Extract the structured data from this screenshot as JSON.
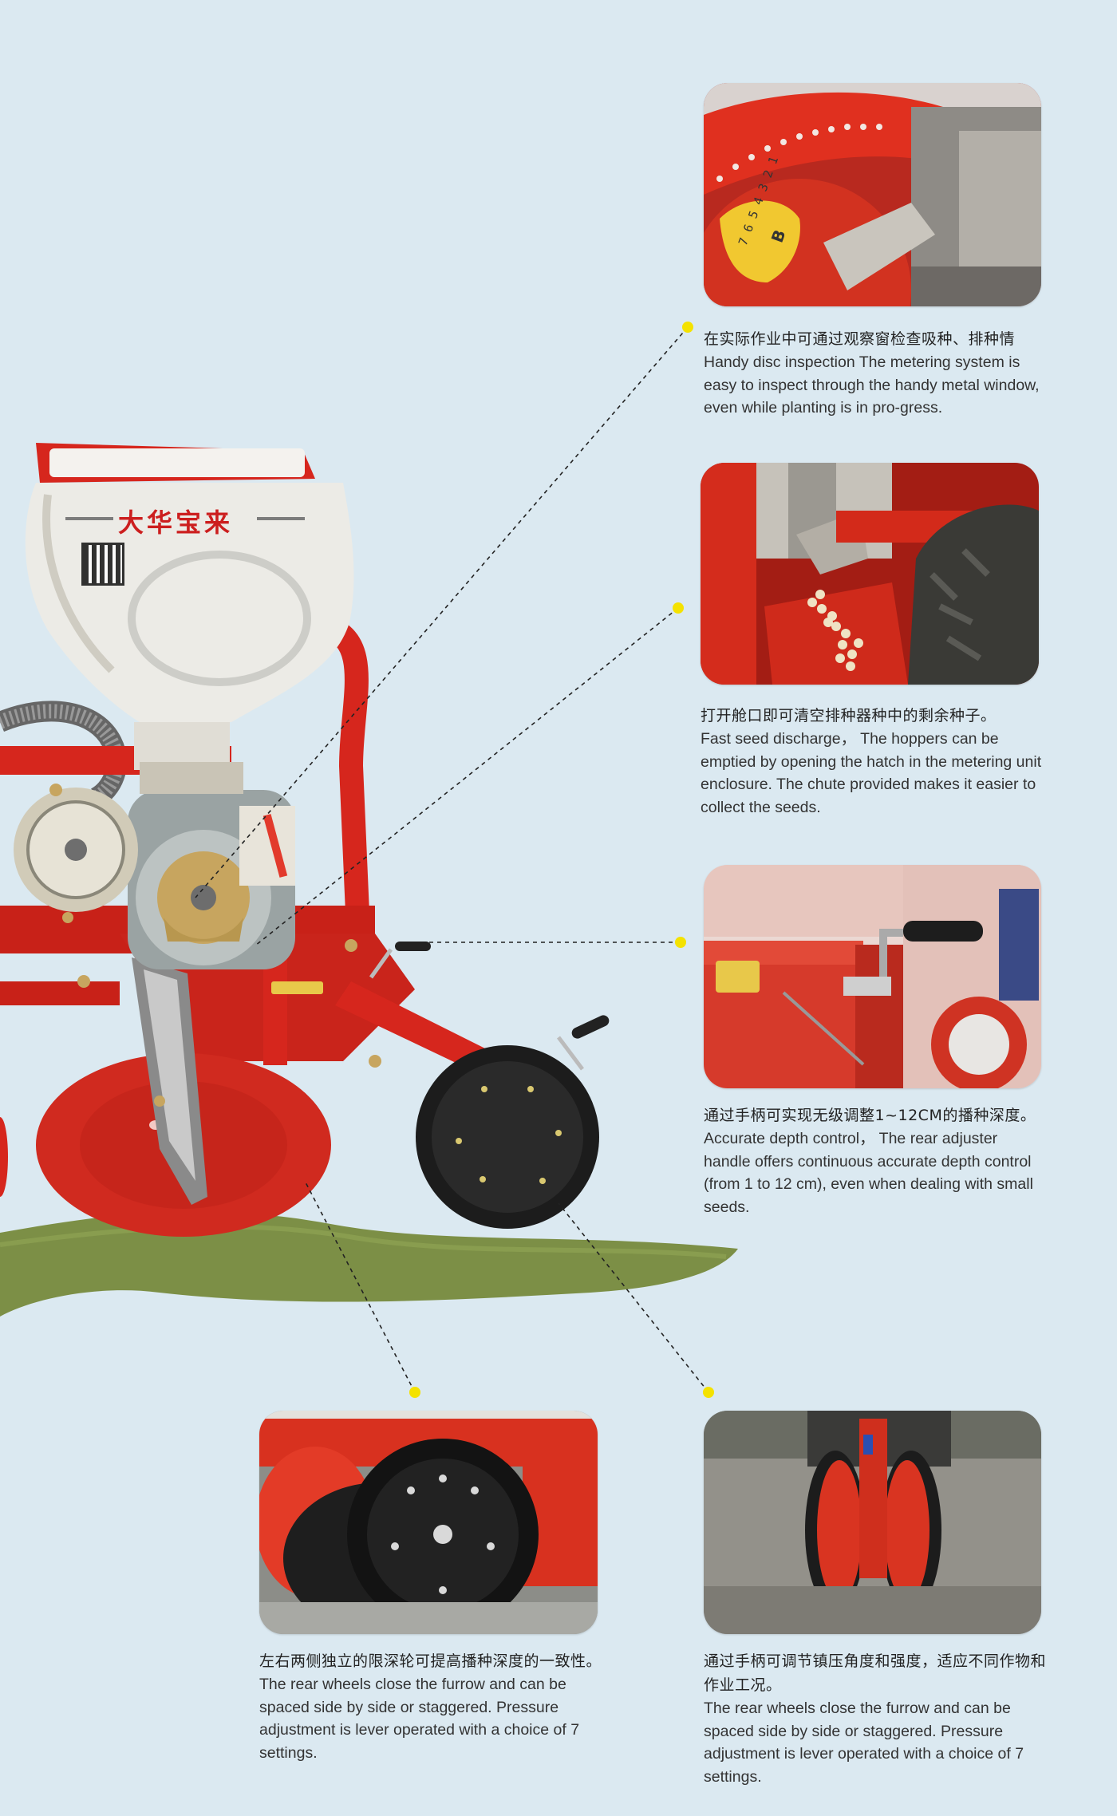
{
  "brand": {
    "hopper_logo_text": "大华宝来"
  },
  "features": [
    {
      "id": "disc-inspection",
      "title_cn": "在实际作业中可通过观察窗检查吸种、排种情",
      "desc_en": "Handy disc inspection The metering system is easy to inspect through the handy metal window, even while planting is in pro-gress.",
      "scale_digits": "7 6 5 4 3 2 1",
      "scale_letter": "B"
    },
    {
      "id": "seed-discharge",
      "title_cn": "打开舱口即可清空排种器种中的剩余种子。",
      "desc_en": "Fast seed discharge， The hoppers can be emptied by opening the hatch in the metering unit enclosure. The chute provided makes it easier to collect the seeds."
    },
    {
      "id": "depth-control",
      "title_cn": "通过手柄可实现无级调整1~12CM的播种深度。",
      "desc_en": "Accurate depth control， The rear adjuster handle offers continuous accurate depth control (from 1 to 12 cm), even when dealing with small seeds."
    },
    {
      "id": "gauge-wheels",
      "title_cn": "左右两侧独立的限深轮可提高播种深度的一致性。",
      "desc_en": "The rear wheels close the furrow and can be spaced side by side or staggered. Pressure adjustment is lever operated with a choice of 7 settings."
    },
    {
      "id": "press-wheels",
      "title_cn": "通过手柄可调节镇压角度和强度，适应不同作物和作业工况。",
      "desc_en": "The rear wheels close the furrow and can be spaced side by side or staggered. Pressure adjustment is lever operated with a choice of 7 settings."
    }
  ],
  "colors": {
    "background": "#dbe9f1",
    "machine_red": "#d6261d",
    "hopper_white": "#ecebe6",
    "callout_dot": "#f4e200",
    "wheel_black": "#1c1c1c",
    "ground_green": "#7c8f46"
  }
}
